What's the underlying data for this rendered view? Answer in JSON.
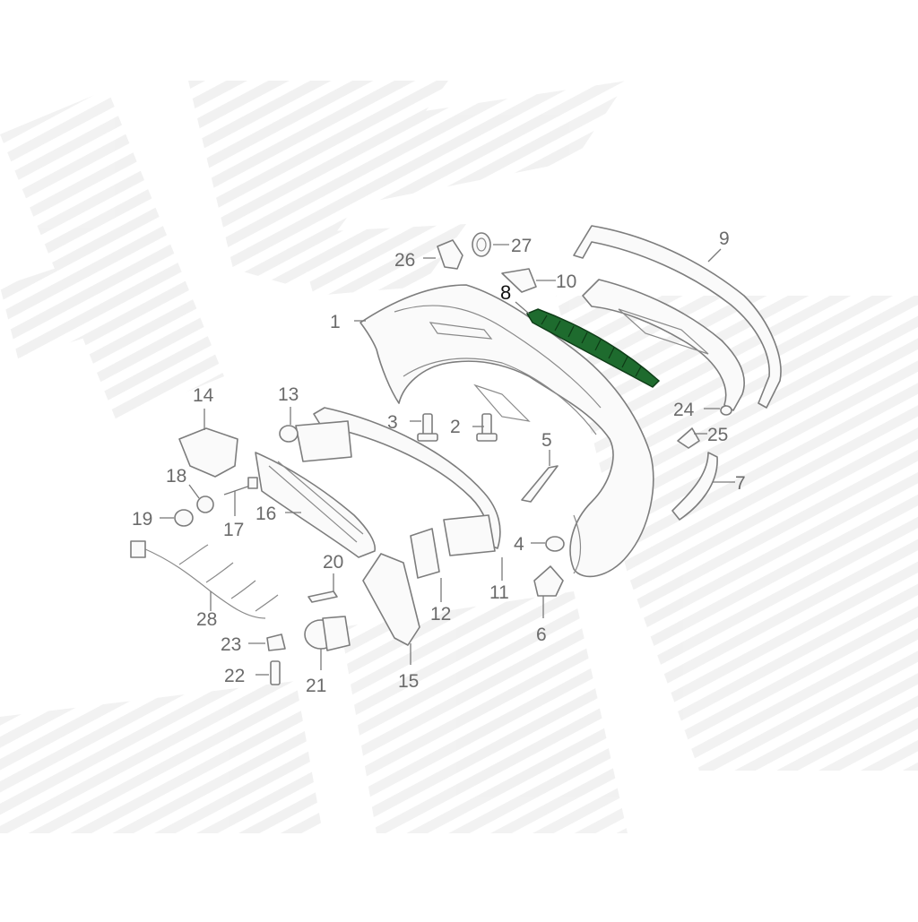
{
  "colors": {
    "background": "#ffffff",
    "line": "#7d7d7d",
    "label": "#6b6b6b",
    "highlight_fill": "#1e6b2e",
    "highlight_label": "#111111",
    "watermark": "#f0f0f0"
  },
  "highlighted_part": "8",
  "callouts": [
    {
      "id": "1",
      "label": "1"
    },
    {
      "id": "2",
      "label": "2"
    },
    {
      "id": "3",
      "label": "3"
    },
    {
      "id": "4",
      "label": "4"
    },
    {
      "id": "5",
      "label": "5"
    },
    {
      "id": "6",
      "label": "6"
    },
    {
      "id": "7",
      "label": "7"
    },
    {
      "id": "8",
      "label": "8"
    },
    {
      "id": "9",
      "label": "9"
    },
    {
      "id": "10",
      "label": "10"
    },
    {
      "id": "11",
      "label": "11"
    },
    {
      "id": "12",
      "label": "12"
    },
    {
      "id": "13",
      "label": "13"
    },
    {
      "id": "14",
      "label": "14"
    },
    {
      "id": "15",
      "label": "15"
    },
    {
      "id": "16",
      "label": "16"
    },
    {
      "id": "17",
      "label": "17"
    },
    {
      "id": "18",
      "label": "18"
    },
    {
      "id": "19",
      "label": "19"
    },
    {
      "id": "20",
      "label": "20"
    },
    {
      "id": "21",
      "label": "21"
    },
    {
      "id": "22",
      "label": "22"
    },
    {
      "id": "23",
      "label": "23"
    },
    {
      "id": "24",
      "label": "24"
    },
    {
      "id": "25",
      "label": "25"
    },
    {
      "id": "26",
      "label": "26"
    },
    {
      "id": "27",
      "label": "27"
    },
    {
      "id": "28",
      "label": "28"
    }
  ]
}
